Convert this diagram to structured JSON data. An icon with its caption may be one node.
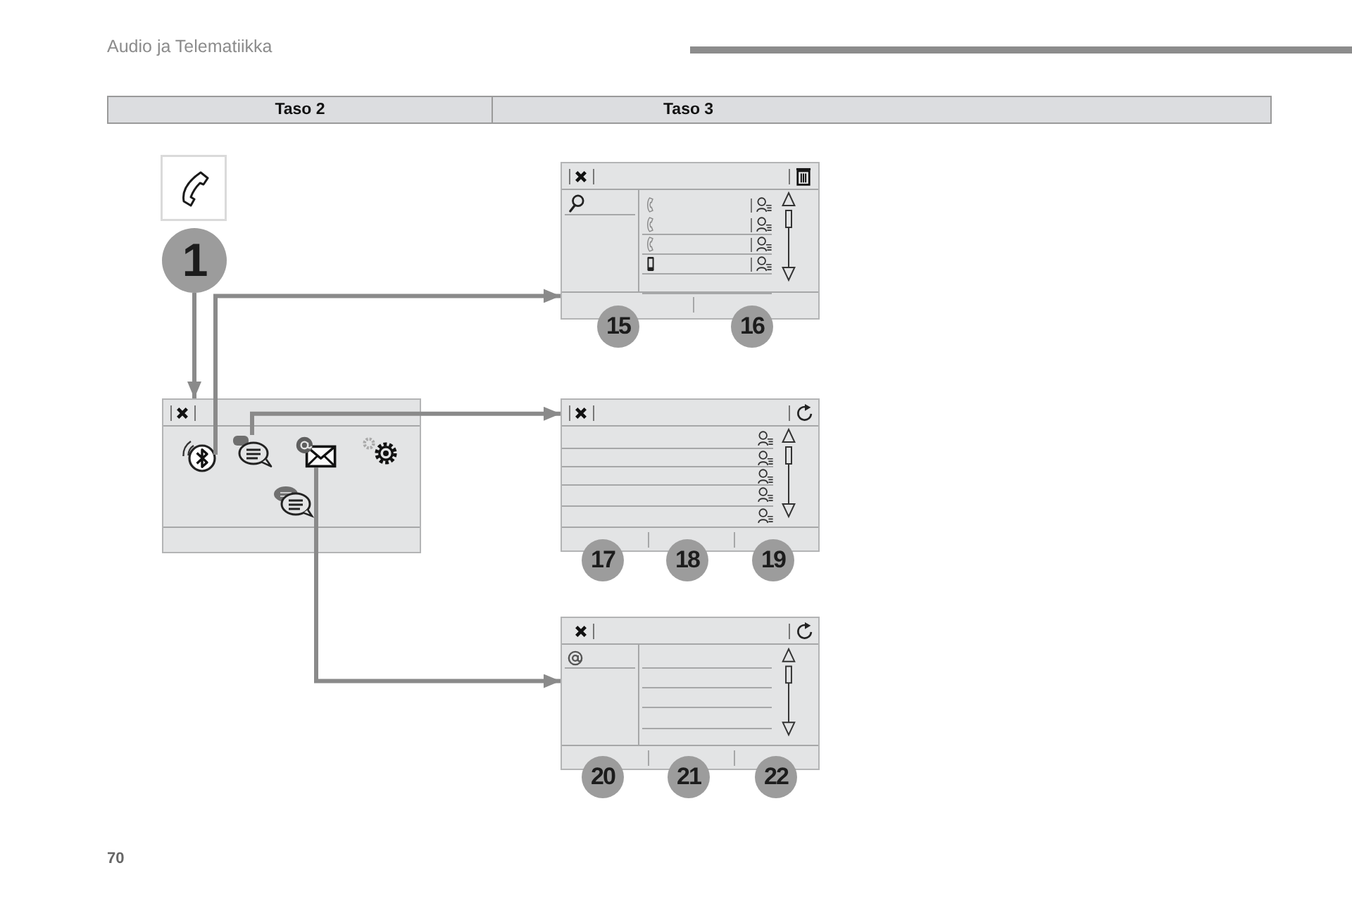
{
  "diagram": {
    "nodes": [
      {
        "text": [
          "1"
        ]
      },
      {
        "text": [],
        "shape": "box"
      },
      {
        "text": [],
        "shape": "picture",
        "in": 1
      },
      {
        "text": [],
        "shape": "picture",
        "in": 1
      },
      {
        "text": [],
        "shape": "picture",
        "in": 1
      },
      {
        "text": [],
        "shape": "box"
      },
      {
        "text": [
          "15"
        ]
      },
      {
        "text": [
          "16"
        ]
      },
      {
        "text": [],
        "shape": "box"
      },
      {
        "text": [
          "17"
        ]
      },
      {
        "text": [
          "18"
        ]
      },
      {
        "text": [
          "19"
        ]
      },
      {
        "text": [],
        "shape": "box"
      },
      {
        "text": [
          "20"
        ]
      },
      {
        "text": [
          "21"
        ]
      },
      {
        "text": [
          "22"
        ]
      }
    ],
    "edges": [
      {
        "from": 0,
        "to": 1,
        "arrow": "to"
      },
      {
        "from": 2,
        "to": 5,
        "arrow": "to"
      },
      {
        "from": 3,
        "to": 8,
        "arrow": "to"
      },
      {
        "from": 4,
        "to": 12,
        "arrow": "to"
      }
    ],
    "labels": [
      "Audio ja Telematiikka",
      "Taso 2",
      "Taso 3",
      "70"
    ]
  }
}
